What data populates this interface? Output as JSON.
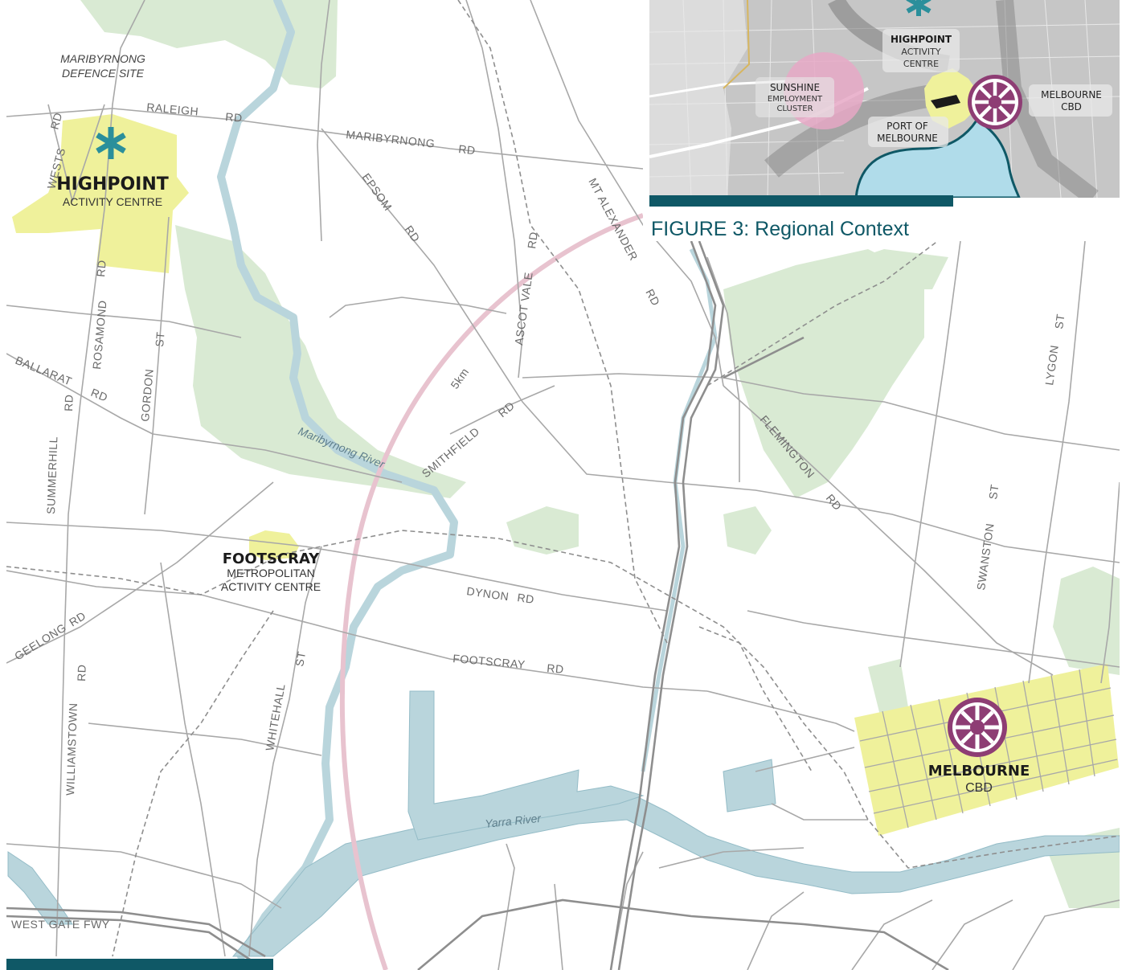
{
  "figure": {
    "caption": "FIGURE 3: Regional Context"
  },
  "colors": {
    "road": "#a8a8a8",
    "water": "#b9d5dc",
    "park": "#d9ead3",
    "activity_zone": "#eff19b",
    "ring": "#e8c3cf",
    "highpoint_icon": "#2b8f9b",
    "cbd_icon": "#8e3d74",
    "accent_bar": "#0f5866"
  },
  "main_map": {
    "places": {
      "defence_site": [
        "MARIBYRNONG",
        "DEFENCE SITE"
      ]
    },
    "centres": {
      "highpoint": {
        "name": "HIGHPOINT",
        "sub": "ACTIVITY CENTRE"
      },
      "footscray": {
        "name": "FOOTSCRAY",
        "sub1": "METROPOLITAN",
        "sub2": "ACTIVITY CENTRE"
      },
      "melbourne": {
        "name": "MELBOURNE",
        "sub": "CBD"
      }
    },
    "rivers": {
      "maribyrnong": "Maribyrnong River",
      "yarra": "Yarra River"
    },
    "ring_label": "5km",
    "roads": {
      "raleigh": "RALEIGH",
      "raleigh_rd": "RD",
      "maribyrnong": "MARIBYRNONG",
      "maribyrnong_rd": "RD",
      "wests": "WESTS",
      "wests_rd": "RD",
      "epsom": "EPSOM",
      "epsom_rd": "RD",
      "mt_alexander": "MT ALEXANDER",
      "mt_alexander_rd": "RD",
      "ascot_vale": "ASCOT VALE",
      "ascot_vale_rd": "RD",
      "rosamond": "ROSAMOND",
      "rosamond_rd": "RD",
      "gordon": "GORDON",
      "gordon_st": "ST",
      "ballarat": "BALLARAT",
      "ballarat_rd": "RD",
      "summerhill": "SUMMERHILL",
      "summerhill_rd": "RD",
      "smithfield": "SMITHFIELD",
      "smithfield_rd": "RD",
      "flemington": "FLEMINGTON",
      "flemington_rd": "RD",
      "lygon": "LYGON",
      "lygon_st": "ST",
      "swanston": "SWANSTON",
      "swanston_st": "ST",
      "dynon": "DYNON",
      "dynon_rd": "RD",
      "footscray": "FOOTSCRAY",
      "footscray_rd": "RD",
      "geelong": "GEELONG",
      "geelong_rd": "RD",
      "williamstown": "WILLIAMSTOWN",
      "williamstown_rd": "RD",
      "whitehall": "WHITEHALL",
      "whitehall_st": "ST",
      "westgate": "WEST GATE FWY"
    }
  },
  "inset_map": {
    "labels": {
      "highpoint": [
        "HIGHPOINT",
        "ACTIVITY",
        "CENTRE"
      ],
      "sunshine": [
        "SUNSHINE",
        "EMPLOYMENT",
        "CLUSTER"
      ],
      "port": [
        "PORT OF",
        "MELBOURNE"
      ],
      "melbourne": [
        "MELBOURNE",
        "CBD"
      ]
    }
  }
}
